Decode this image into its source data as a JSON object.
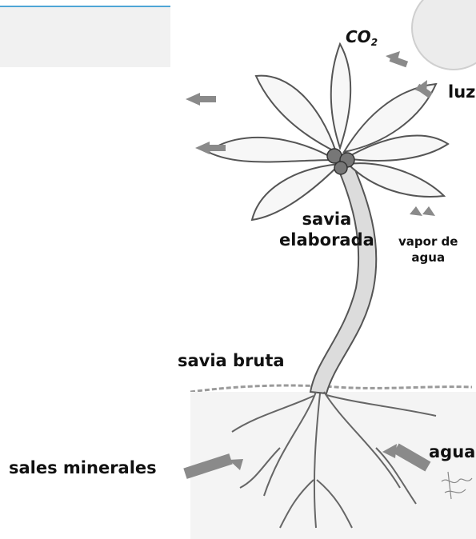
{
  "colors": {
    "rule": "#4fa5d6",
    "shade": "#f1f1f1",
    "sun": "#ececec",
    "plant": "#555555",
    "arrow": "#8a8a8a"
  },
  "labels": {
    "co2_main": "CO",
    "co2_sub": "2",
    "luz": "luz",
    "savia_elaborada_1": "savia",
    "savia_elaborada_2": "elaborada",
    "vapor_1": "vapor de",
    "vapor_2": "agua",
    "savia_bruta": "savia bruta",
    "agua": "agua",
    "sales_minerales": "sales minerales"
  },
  "icons": [
    "sun-icon",
    "plant-illustration",
    "arrow-icon",
    "signature-icon"
  ]
}
